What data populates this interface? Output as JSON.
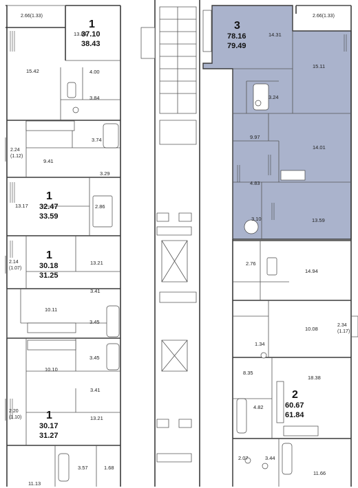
{
  "units": [
    {
      "id": "u1a",
      "rooms": "1",
      "area_total": "37.10",
      "area_full": "38.43"
    },
    {
      "id": "u3",
      "rooms": "3",
      "area_total": "78.16",
      "area_full": "79.49",
      "highlighted": true
    },
    {
      "id": "u1b",
      "rooms": "1",
      "area_total": "32.47",
      "area_full": "33.59"
    },
    {
      "id": "u1c",
      "rooms": "1",
      "area_total": "30.18",
      "area_full": "31.25"
    },
    {
      "id": "u1d",
      "rooms": "1",
      "area_total": "30.17",
      "area_full": "31.27"
    },
    {
      "id": "u2",
      "rooms": "2",
      "area_total": "60.67",
      "area_full": "61.84"
    }
  ],
  "room_areas": {
    "r1": "13.84",
    "r2": "15.42",
    "r3": "4.00",
    "r4": "3.84",
    "r5": "3.74",
    "r6": "9.41",
    "r7": "3.29",
    "r8": "13.17",
    "r9": "2.86",
    "r10": "13.21",
    "r11": "3.41",
    "r12": "10.11",
    "r13": "3.45",
    "r14": "3.45",
    "r15": "10.10",
    "r16": "3.41",
    "r17": "13.21",
    "r18": "3.57",
    "r19": "1.68",
    "r20": "11.13",
    "r21": "14.31",
    "r22": "15.11",
    "r23": "3.24",
    "r24": "9.97",
    "r25": "14.01",
    "r26": "4.83",
    "r27": "3.10",
    "r28": "13.59",
    "r29": "2.76",
    "r30": "14.94",
    "r31": "10.08",
    "r32": "1.34",
    "r33": "8.35",
    "r34": "18.38",
    "r35": "4.82",
    "r36": "2.07",
    "r37": "3.44",
    "r38": "11.66"
  },
  "loggias": {
    "l1": "2.66(1.33)",
    "l2": "2.66(1.33)",
    "l3a": "2.24",
    "l3b": "(1.12)",
    "l4a": "2.14",
    "l4b": "(1.07)",
    "l5a": "2.20",
    "l5b": "(1.10)",
    "l6a": "2.34",
    "l6b": "(1.17)"
  },
  "colors": {
    "highlight": "#aab3cc",
    "walls": "#3a3a3a"
  }
}
